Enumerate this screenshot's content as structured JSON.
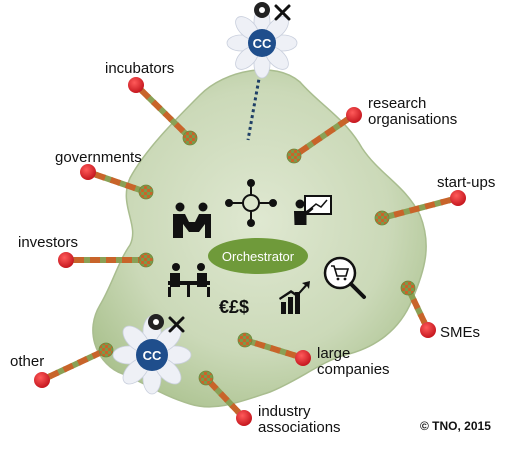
{
  "diagram": {
    "center_label": "Orchestrator",
    "copyright": "© TNO, 2015",
    "cc_badge_label": "CC",
    "currency_text": "€£$",
    "stakeholders": [
      {
        "id": "incubators",
        "lines": [
          "incubators"
        ]
      },
      {
        "id": "governments",
        "lines": [
          "governments"
        ]
      },
      {
        "id": "investors",
        "lines": [
          "investors"
        ]
      },
      {
        "id": "other",
        "lines": [
          "other"
        ]
      },
      {
        "id": "research-organisations",
        "lines": [
          "research",
          "organisations"
        ]
      },
      {
        "id": "start-ups",
        "lines": [
          "start-ups"
        ]
      },
      {
        "id": "smes",
        "lines": [
          "SMEs"
        ]
      },
      {
        "id": "large-companies",
        "lines": [
          "large",
          "companies"
        ]
      },
      {
        "id": "industry-associations",
        "lines": [
          "industry",
          "associations"
        ]
      }
    ],
    "icons": [
      "handshake-icon",
      "network-hub-icon",
      "presenter-icon",
      "meeting-table-icon",
      "shopping-cart-search-icon",
      "growth-chart-icon",
      "gear-head-icon",
      "tools-icon",
      "flower-badge-icon"
    ],
    "colors": {
      "region_fill": "#c9d7b5",
      "center_fill": "#6f9a3a",
      "node_red": "#d61f26",
      "node_green": "#7a9a4a",
      "link_green": "#8aa055",
      "link_orange": "#c8642a",
      "cc_blue": "#1f4e8c"
    }
  }
}
